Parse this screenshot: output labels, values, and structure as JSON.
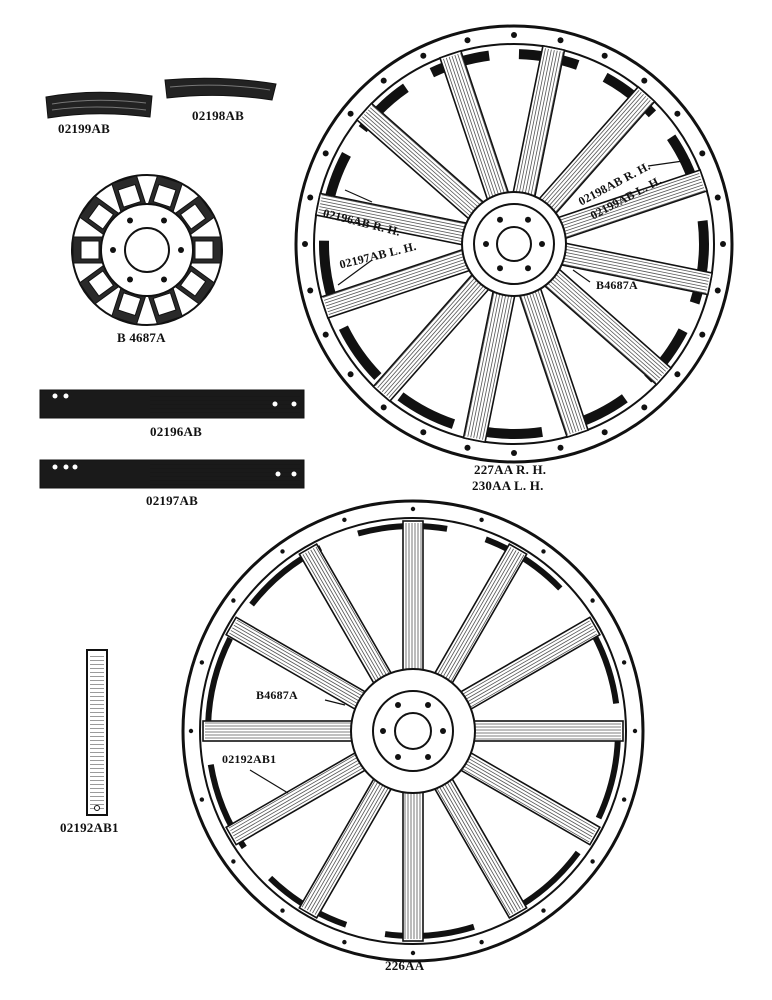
{
  "parts": {
    "part_02199AB": "02199AB",
    "part_02198AB": "02198AB",
    "part_B4687A_hub": "B 4687A",
    "part_02196AB": "02196AB",
    "part_02197AB": "02197AB",
    "part_02192AB1": "02192AB1"
  },
  "wheel_rear": {
    "callout_02198AB_RH": "02198AB R. H.",
    "callout_02199AB_LH": "02199AB L. H.",
    "callout_02196AB_RH": "02196AB R. H.",
    "callout_02197AB_LH": "02197AB L. H.",
    "callout_B4687A": "B4687A",
    "caption_line1": "227AA R. H.",
    "caption_line2": "230AA L. H."
  },
  "wheel_front": {
    "callout_B4687A": "B4687A",
    "callout_02192AB1": "02192AB1",
    "caption": "226AA"
  },
  "colors": {
    "ink": "#111111",
    "paper": "#ffffff"
  }
}
